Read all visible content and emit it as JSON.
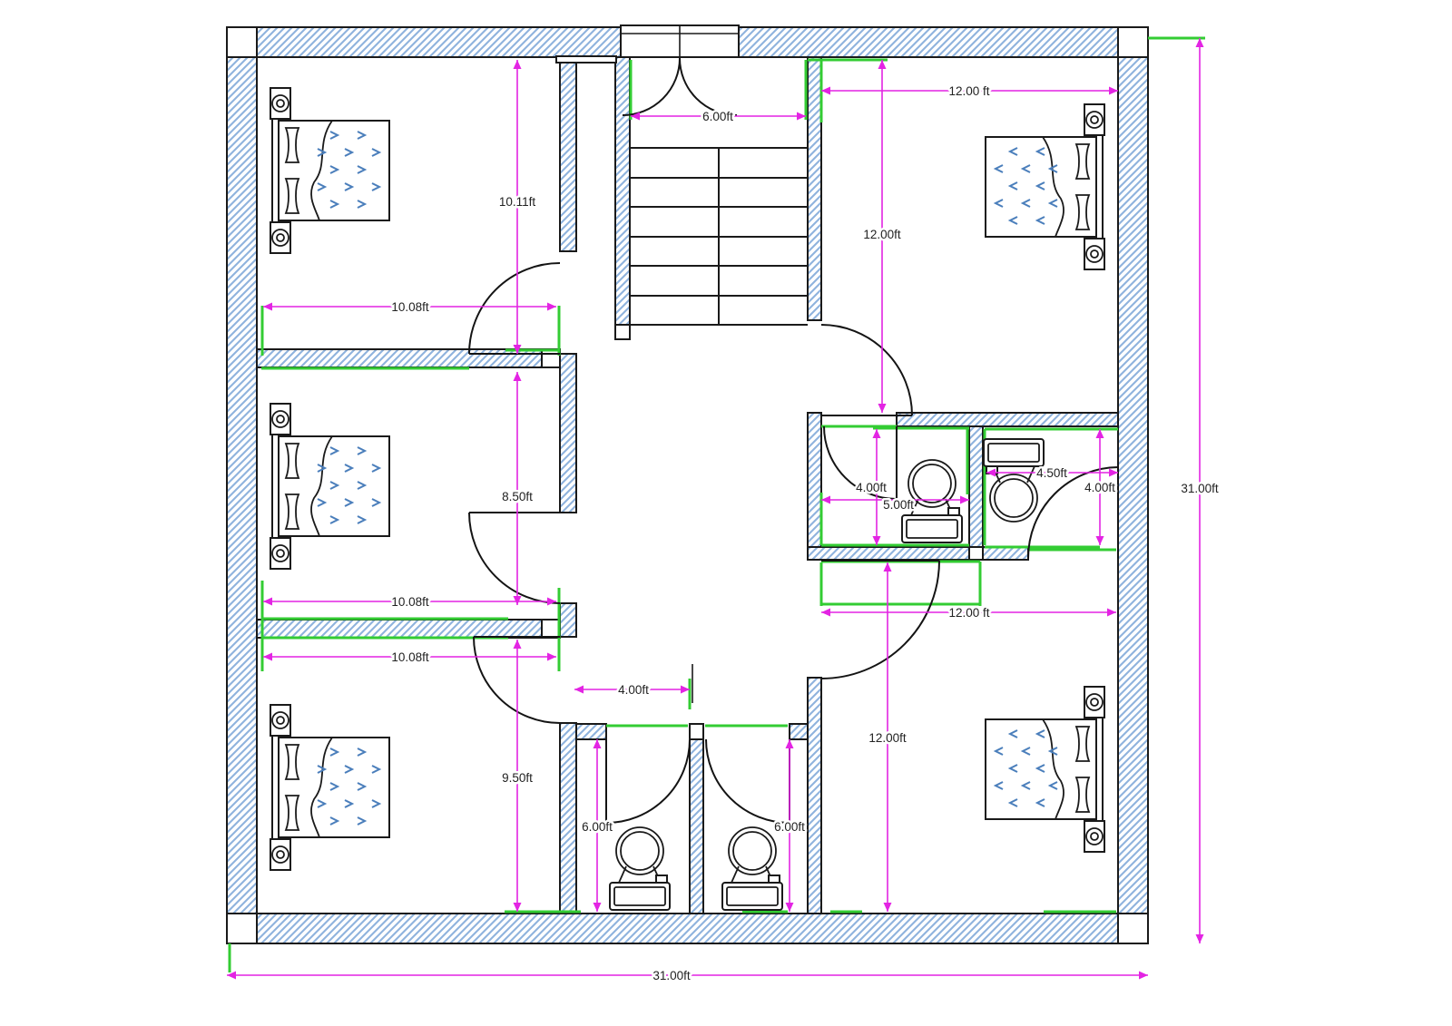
{
  "drawing": {
    "type": "floor-plan",
    "units": "ft"
  },
  "dims": {
    "stairs_width": "6.00ft",
    "tl_height": "10.11ft",
    "tl_width": "10.08ft",
    "tr_width": "12.00 ft",
    "tr_height": "12.00ft",
    "ml_height": "8.50ft",
    "ml_width": "10.08ft",
    "bl_width": "10.08ft",
    "bl_height": "9.50ft",
    "wc_left_height": "4.00ft",
    "wc_left_width": "5.00ft",
    "wc_right_width": "4.50ft",
    "wc_right_height": "4.00ft",
    "br_width": "12.00 ft",
    "br_height": "12.00ft",
    "hall_width": "4.00ft",
    "stall_left_height": "6.00ft",
    "stall_right_height": "6.00ft",
    "total_width": "31.00ft",
    "total_height": "31.00ft"
  },
  "colors": {
    "wall_hatch": "#8fb3dd",
    "outline": "#1a1a1a",
    "dimension": "#e324e3",
    "accent_green": "#33cc33",
    "bed_arrow": "#4a7ebb"
  }
}
